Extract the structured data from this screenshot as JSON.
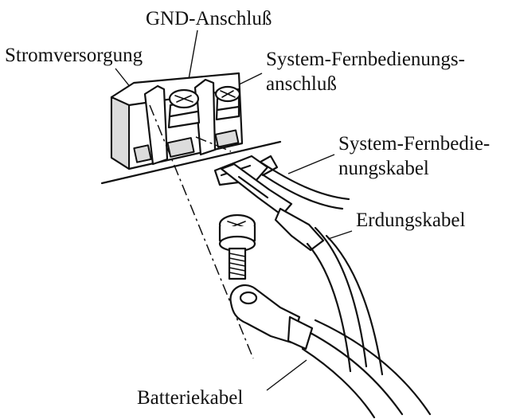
{
  "labels": {
    "gnd_terminal": "GND-Anschluß",
    "power_supply": "Stromversorgung",
    "remote_terminal_line1": "System-Fernbedienungs-",
    "remote_terminal_line2": "anschluß",
    "remote_cable_line1": "System-Fernbedie-",
    "remote_cable_line2": "nungskabel",
    "ground_cable": "Erdungskabel",
    "battery_cable": "Batteriekabel"
  }
}
